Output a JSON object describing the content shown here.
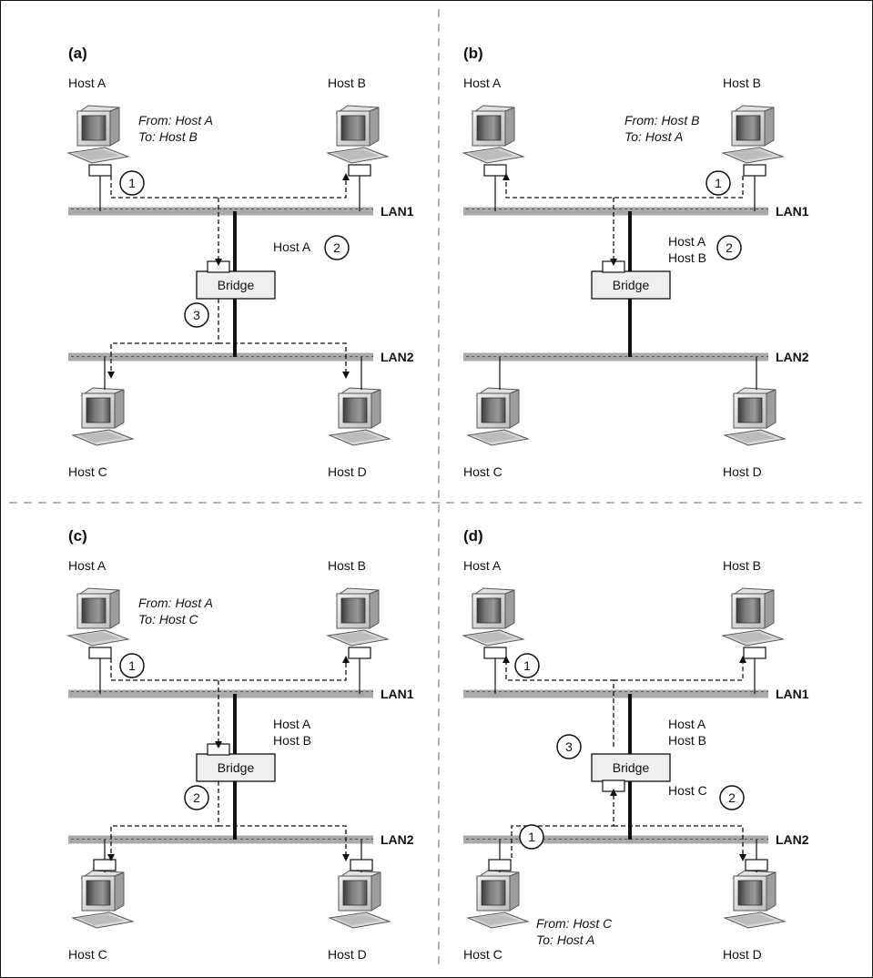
{
  "hosts": {
    "a": "Host A",
    "b": "Host B",
    "c": "Host C",
    "d": "Host D"
  },
  "lans": {
    "lan1": "LAN1",
    "lan2": "LAN2"
  },
  "bridge_label": "Bridge",
  "panels": [
    {
      "label": "(a)",
      "frame": [
        "From: Host A",
        "To: Host B"
      ],
      "table": [
        "Host A"
      ],
      "steps": [
        "1",
        "2",
        "3"
      ]
    },
    {
      "label": "(b)",
      "frame": [
        "From: Host B",
        "To: Host A"
      ],
      "table": [
        "Host A",
        "Host B"
      ],
      "steps": [
        "1",
        "2"
      ]
    },
    {
      "label": "(c)",
      "frame": [
        "From: Host A",
        "To: Host C"
      ],
      "table": [
        "Host A",
        "Host B"
      ],
      "steps": [
        "1",
        "2"
      ]
    },
    {
      "label": "(d)",
      "frame": [
        "From: Host C",
        "To: Host A"
      ],
      "table": [
        "Host A",
        "Host B",
        "Host C"
      ],
      "steps": [
        "1",
        "2",
        "3"
      ]
    }
  ],
  "colors": {
    "lan_fill": "#a7a7a7",
    "dashed_divider": "#b5b5b5",
    "bridge_fill": "#efefef",
    "line": "#111111"
  },
  "icons": [
    "computer-icon",
    "bridge-box",
    "step-circle",
    "dashed-arrow"
  ]
}
